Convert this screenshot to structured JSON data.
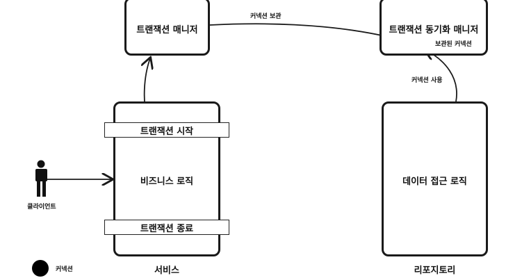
{
  "tx_manager": {
    "title": "트랜잭션 매니저"
  },
  "tx_sync_manager": {
    "title": "트랜잭션 동기화 매니저",
    "stored_connection": "보관된 커넥션"
  },
  "service": {
    "label": "서비스",
    "tx_start": "트랜잭션 시작",
    "business_logic": "비즈니스 로직",
    "tx_end": "트랜잭션 종료"
  },
  "repository": {
    "label": "리포지토리",
    "data_access_logic": "데이터 접근 로직"
  },
  "client": {
    "label": "클라이언트"
  },
  "edges": {
    "store_connection": "커넥션 보관",
    "use_connection": "커넥션 사용"
  },
  "legend": {
    "connection": "커넥션"
  },
  "colors": {
    "stroke": "#1a1a1a",
    "fill": "#000000",
    "background": "#ffffff"
  }
}
